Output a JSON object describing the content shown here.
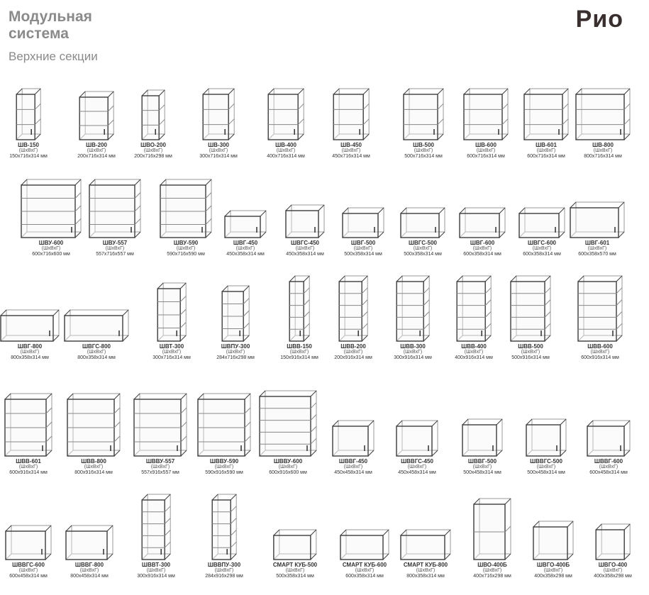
{
  "header": {
    "title": "Модульная система",
    "subtitle": "Верхние секции",
    "brand": "Рио"
  },
  "rows": [
    [
      {
        "name": "ШВ-150",
        "sub": "(ШхВхГ)",
        "dim": "150х716х314 мм"
      },
      {
        "name": "ШВ-200",
        "sub": "(ШхВхГ)",
        "dim": "200х716х314 мм"
      },
      {
        "name": "ШВО-200",
        "sub": "(ШхВхГ)",
        "dim": "200х716х298 мм"
      },
      {
        "name": "ШВ-300",
        "sub": "(ШхВхГ)",
        "dim": "300х716х314 мм"
      },
      {
        "name": "ШВ-400",
        "sub": "(ШхВхГ)",
        "dim": "400х716х314 мм"
      },
      {
        "name": "ШВ-450",
        "sub": "(ШхВхГ)",
        "dim": "450х716х314 мм"
      },
      {
        "name": "ШВ-500",
        "sub": "(ШхВхГ)",
        "dim": "500х716х314 мм"
      },
      {
        "name": "ШВ-600",
        "sub": "(ШхВхГ)",
        "dim": "600х716х314 мм"
      },
      {
        "name": "ШВ-601",
        "sub": "(ШхВхГ)",
        "dim": "600х716х314 мм"
      },
      {
        "name": "ШВ-800",
        "sub": "(ШхВхГ)",
        "dim": "800х716х314 мм"
      }
    ],
    [
      {
        "name": "ШВУ-600",
        "sub": "(ШхВхГ)",
        "dim": "600х716х600 мм"
      },
      {
        "name": "ШВУ-557",
        "sub": "(ШхВхГ)",
        "dim": "557х716х557 мм"
      },
      {
        "name": "ШВУ-590",
        "sub": "(ШхВхГ)",
        "dim": "590х716х590 мм"
      },
      {
        "name": "ШВГ-450",
        "sub": "(ШхВхГ)",
        "dim": "450х358х314 мм"
      },
      {
        "name": "ШВГС-450",
        "sub": "(ШхВхГ)",
        "dim": "450х358х314 мм"
      },
      {
        "name": "ШВГ-500",
        "sub": "(ШхВхГ)",
        "dim": "500х358х314 мм"
      },
      {
        "name": "ШВГС-500",
        "sub": "(ШхВхГ)",
        "dim": "500х358х314 мм"
      },
      {
        "name": "ШВГ-600",
        "sub": "(ШхВхГ)",
        "dim": "600х358х314 мм"
      },
      {
        "name": "ШВГС-600",
        "sub": "(ШхВхГ)",
        "dim": "600х358х314 мм"
      },
      {
        "name": "ШВГ-601",
        "sub": "(ШхВхГ)",
        "dim": "600х358х570 мм"
      }
    ],
    [
      {
        "name": "ШВГ-800",
        "sub": "(ШхВхГ)",
        "dim": "800х358х314 мм"
      },
      {
        "name": "ШВГС-800",
        "sub": "(ШхВхГ)",
        "dim": "800х358х314 мм"
      },
      {
        "name": "ШВТ-300",
        "sub": "(ШхВхГ)",
        "dim": "300х716х314 мм"
      },
      {
        "name": "ШВПУ-300",
        "sub": "(ШхВхГ)",
        "dim": "284х716х298 мм"
      },
      {
        "name": "ШВВ-150",
        "sub": "(ШхВхГ)",
        "dim": "150х916х314 мм"
      },
      {
        "name": "ШВВ-200",
        "sub": "(ШхВхГ)",
        "dim": "200х916х314 мм"
      },
      {
        "name": "ШВВ-300",
        "sub": "(ШхВхГ)",
        "dim": "300х916х314 мм"
      },
      {
        "name": "ШВВ-400",
        "sub": "(ШхВхГ)",
        "dim": "400х916х314 мм"
      },
      {
        "name": "ШВВ-500",
        "sub": "(ШхВхГ)",
        "dim": "500х916х314 мм"
      },
      {
        "name": "ШВВ-600",
        "sub": "(ШхВхГ)",
        "dim": "600х916х314 мм"
      }
    ],
    [
      {
        "name": "ШВВ-601",
        "sub": "(ШхВхГ)",
        "dim": "600х916х314 мм"
      },
      {
        "name": "ШВВ-800",
        "sub": "(ШхВхГ)",
        "dim": "800х916х314 мм"
      },
      {
        "name": "ШВВУ-557",
        "sub": "(ШхВхГ)",
        "dim": "557х916х557 мм"
      },
      {
        "name": "ШВВУ-590",
        "sub": "(ШхВхГ)",
        "dim": "590х916х590 мм"
      },
      {
        "name": "ШВВУ-600",
        "sub": "(ШхВхГ)",
        "dim": "600х916х600 мм"
      },
      {
        "name": "ШВВГ-450",
        "sub": "(ШхВхГ)",
        "dim": "450х458х314 мм"
      },
      {
        "name": "ШВВГС-450",
        "sub": "(ШхВхГ)",
        "dim": "450х458х314 мм"
      },
      {
        "name": "ШВВГ-500",
        "sub": "(ШхВхГ)",
        "dim": "500х458х314 мм"
      },
      {
        "name": "ШВВГС-500",
        "sub": "(ШхВхГ)",
        "dim": "500х458х314 мм"
      },
      {
        "name": "ШВВГ-600",
        "sub": "(ШхВхГ)",
        "dim": "600х458х314 мм"
      }
    ],
    [
      {
        "name": "ШВВГС-600",
        "sub": "(ШхВхГ)",
        "dim": "600х458х314 мм"
      },
      {
        "name": "ШВВГ-800",
        "sub": "(ШхВхГ)",
        "dim": "800х458х314 мм"
      },
      {
        "name": "ШВВТ-300",
        "sub": "(ШхВхГ)",
        "dim": "300х916х314 мм"
      },
      {
        "name": "ШВВПУ-300",
        "sub": "(ШхВхГ)",
        "dim": "284х916х298 мм"
      },
      {
        "name": "СМАРТ КУБ-500",
        "sub": "(ШхВхГ)",
        "dim": "500х358х314 мм"
      },
      {
        "name": "СМАРТ КУБ-600",
        "sub": "(ШхВхГ)",
        "dim": "600х358х314 мм"
      },
      {
        "name": "СМАРТ КУБ-800",
        "sub": "(ШхВхГ)",
        "dim": "800х358х314 мм"
      },
      {
        "name": "ШВО-400Б",
        "sub": "(ШхВхГ)",
        "dim": "400х716х298 мм"
      },
      {
        "name": "ШВГО-400Б",
        "sub": "(ШхВхГ)",
        "dim": "400х358х298 мм"
      },
      {
        "name": "ШВГО-400",
        "sub": "(ШхВхГ)",
        "dim": "400х358х298 мм"
      }
    ]
  ],
  "colors": {
    "title": "#8a8a8a",
    "brand": "#3a2f2f",
    "line": "#3c3c3c",
    "face": "#f4f4f4"
  }
}
